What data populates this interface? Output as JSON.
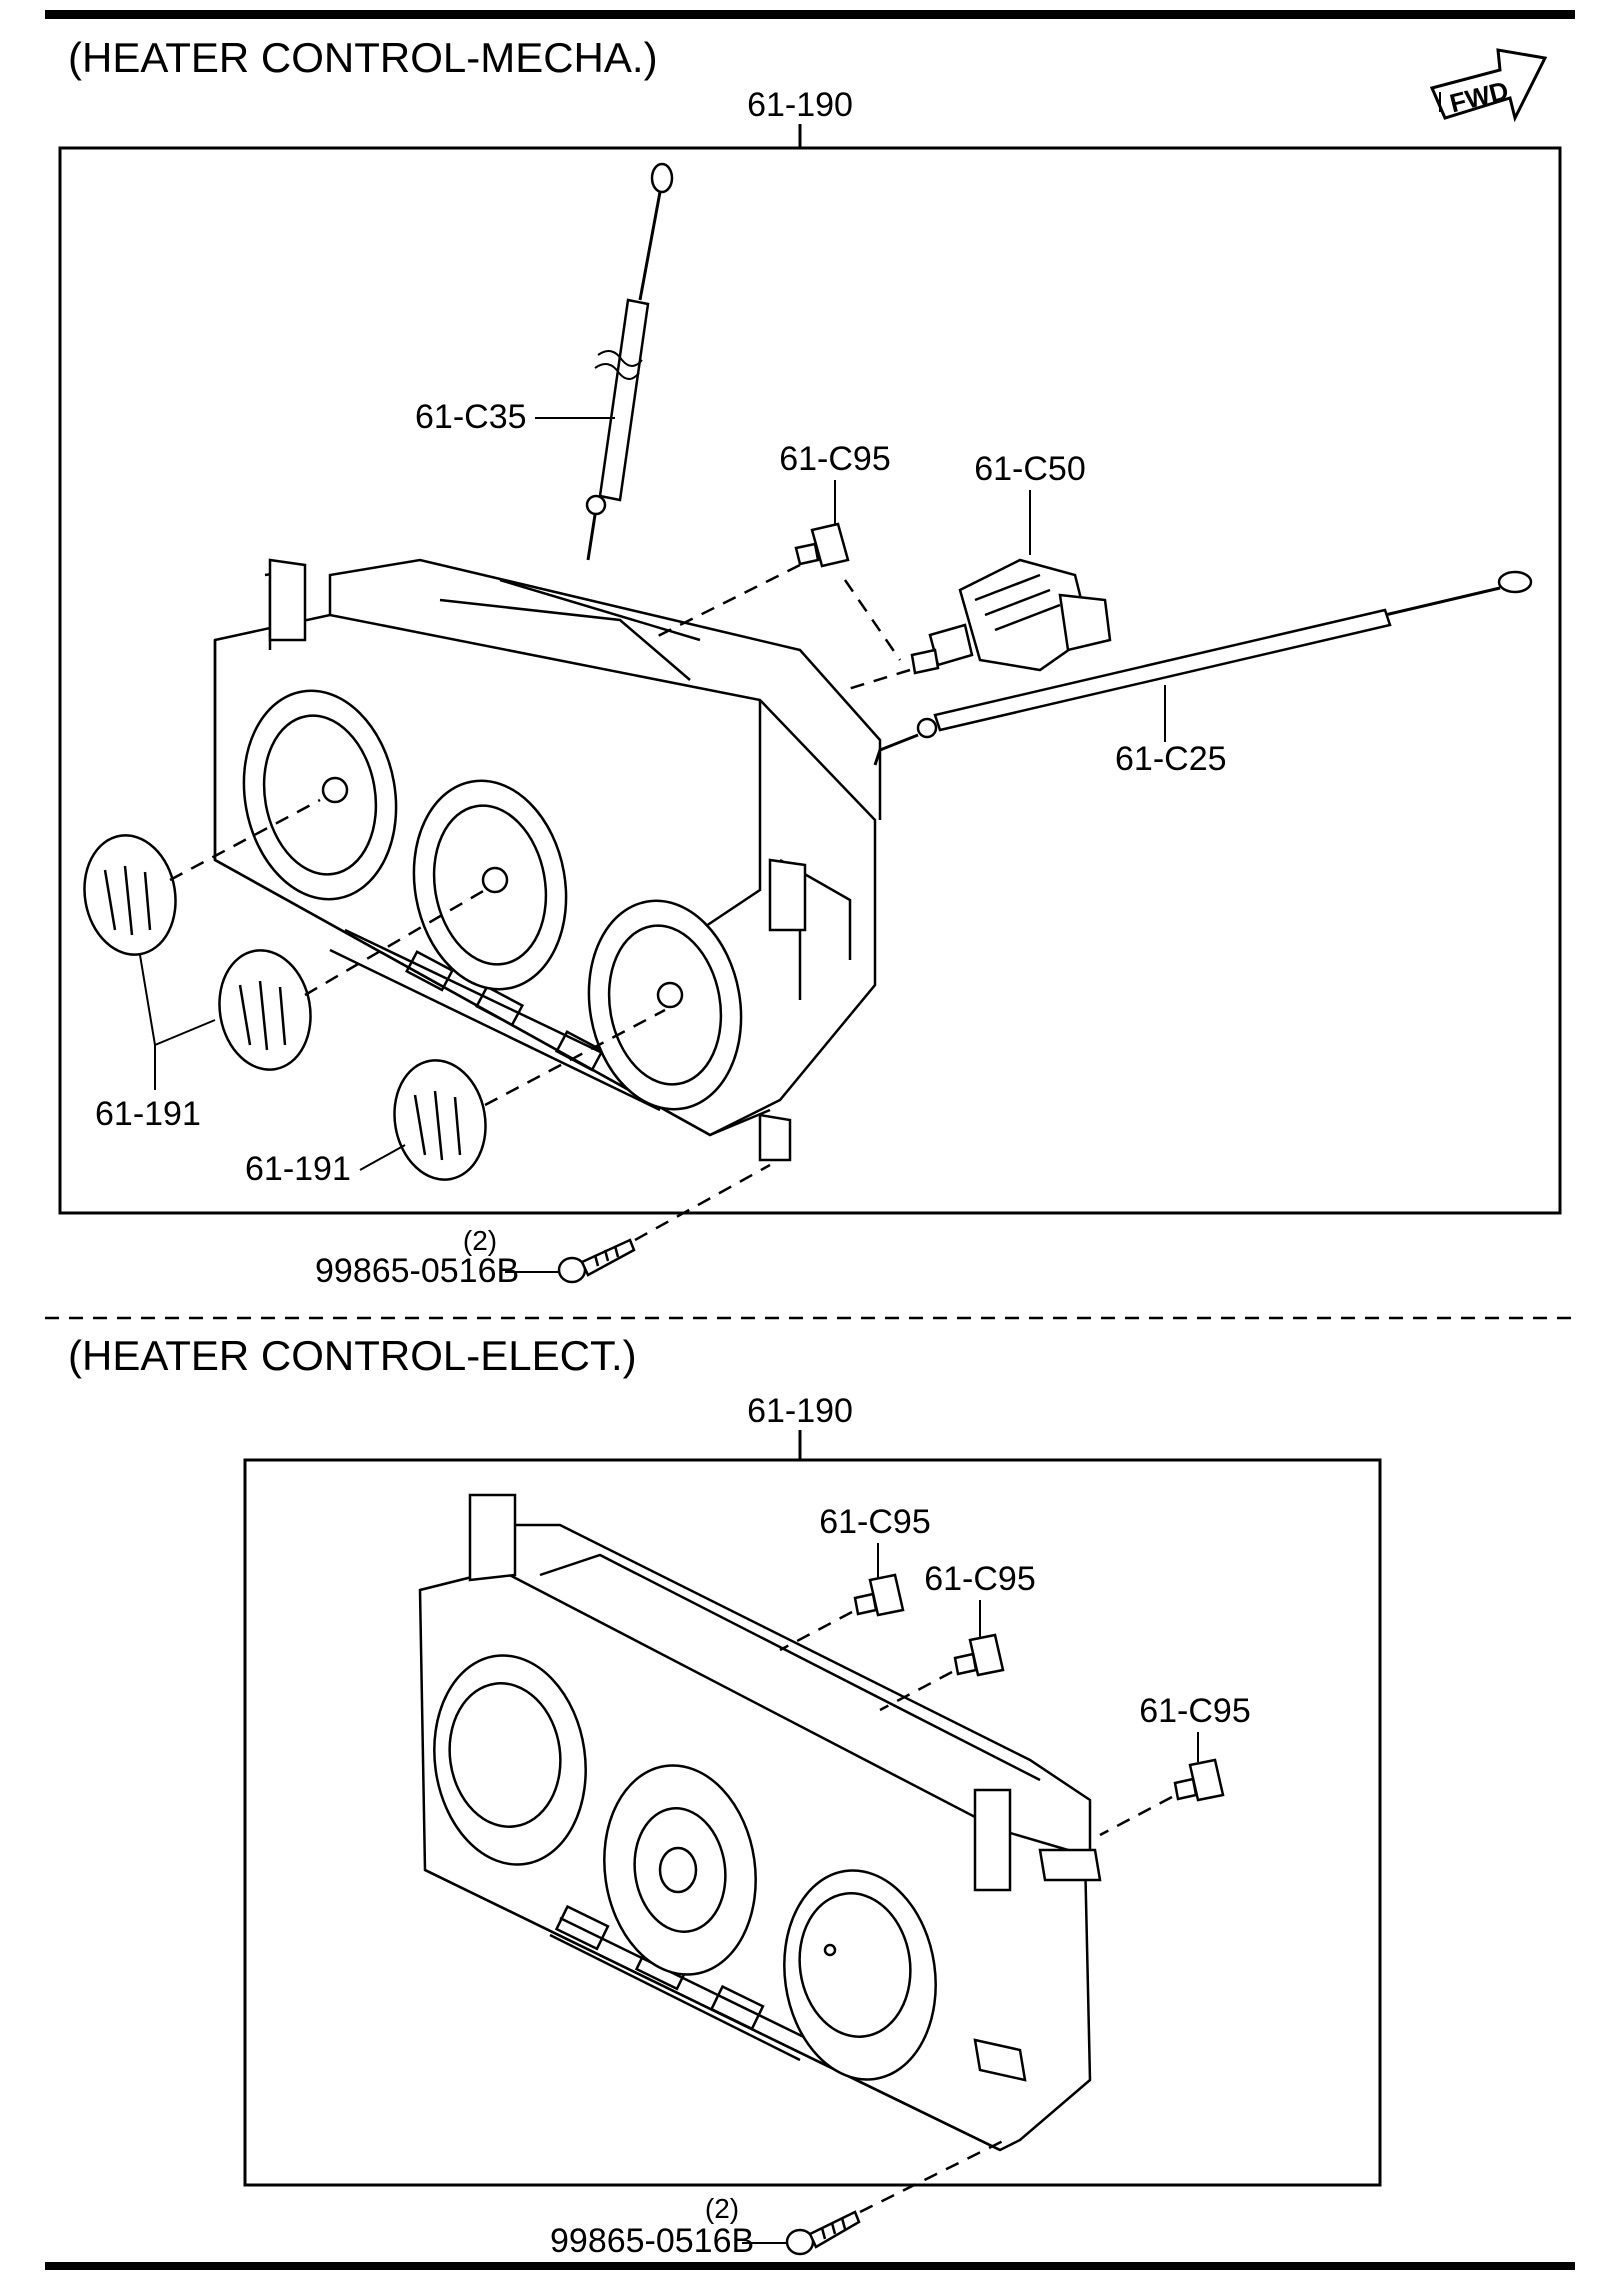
{
  "sections": [
    {
      "title": "(HEATER CONTROL-MECHA.)",
      "assembly_label": "61-190",
      "callouts": {
        "cable_a": "61-C35",
        "clip": "61-C95",
        "motor": "61-C50",
        "cable_b": "61-C25",
        "knobs_pair": "61-191",
        "knob_single": "61-191",
        "screw": "99865-0516B",
        "screw_qty": "(2)"
      }
    },
    {
      "title": "(HEATER CONTROL-ELECT.)",
      "assembly_label": "61-190",
      "callouts": {
        "clip_1": "61-C95",
        "clip_2": "61-C95",
        "clip_3": "61-C95",
        "screw": "99865-0516B",
        "screw_qty": "(2)"
      }
    }
  ],
  "fwd_label": "FWD"
}
